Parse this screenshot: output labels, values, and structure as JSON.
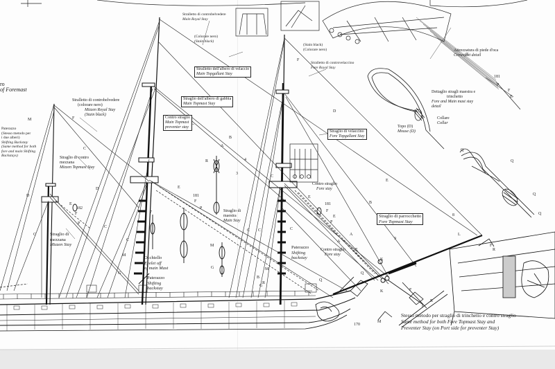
{
  "colors": {
    "paper": "#fdfdfd",
    "ink": "#1a1a1a",
    "shadow": "#e6e6e6"
  },
  "labels": {
    "foremast_partial": "ro",
    "foremast_partial_en": "of Foremast",
    "paterazzo_note": [
      "Paterazzo",
      "(Stesso metodo per",
      "i due alberi)",
      "Shifting Backstay",
      "(Same method for both",
      "fore and main Shifting",
      "Backstays)"
    ],
    "mizzen_royal": {
      "it1": "Stralletto di controbelvedere",
      "it2": "(colorare nero)",
      "en1": "Mizzen Royal Stay",
      "en2": "(Stain black)"
    },
    "mizzen_topmast": {
      "it1": "Straglio di contro",
      "it2": "mezzana",
      "en": "Mizzen Topmast Stay"
    },
    "mizzen_stay": {
      "it1": "Straglio di",
      "it2": "mezzana",
      "en": "Mizzen Stay"
    },
    "main_royal": {
      "it1": "Stralletto di controbelvedere",
      "en": "Main Royal Stay",
      "it2": "(Colorare nero)",
      "en2": "(Stain black)"
    },
    "main_topgallant": {
      "it": "Stralletto dell'albero di velaccio",
      "en": "Main Topgallant Stay"
    },
    "main_topmast": {
      "it": "Straglio dell'albero di gabbia",
      "en": "Main Topmast Stay"
    },
    "main_preventer": {
      "it1": "Contro straglio",
      "it2": "Main Topmast",
      "en": "preventer stay"
    },
    "fore_royal": {
      "it1": "(Stain black)",
      "it2": "(Colorare nero)",
      "it3": "Stralletto di controvelaccino",
      "en": "Fore Royal Stay"
    },
    "fore_topgallant": {
      "it": "Straglio di velaccino",
      "en": "Fore Topgallant Stay"
    },
    "fore_stay": {
      "it": "Contro straglio",
      "en": "Fore stay"
    },
    "fore_stay2": {
      "it": "Contro straglio",
      "en": "Fore stay"
    },
    "fore_topmast": {
      "it": "Straglio di parrocchetto",
      "en": "Fore Topmast Stay"
    },
    "main_stay": {
      "it1": "Straglio di",
      "it2": "maestra",
      "en": "Main Stay"
    },
    "occhiello": {
      "it": "Occhiello",
      "en1": "Eyelet off",
      "en2": "of main Mast"
    },
    "paterazzo_main": {
      "it": "Paterazzo",
      "en1": "Shifting",
      "en2": "backstay"
    },
    "paterazzo_fore": {
      "it": "Paterazzo",
      "en1": "Shifting",
      "en2": "backstay"
    },
    "crowsfoot": {
      "it": "Attrezzatura di piede d'oca",
      "en": "Crowsfeet detail"
    },
    "dettaglio": {
      "it1": "Dettaglio stragli maestra e",
      "it2": "trinchetto",
      "en1": "Fore and Main mast stay",
      "en2": "detail"
    },
    "topo": {
      "it": "Topo (D)",
      "en": "Mouse (D)"
    },
    "collare": {
      "it": "Collare",
      "en": "Collar"
    },
    "footer": {
      "it": "Stesso metodo per straglio di trinchetto e contro straglio",
      "en1": "Same method for both Fore Topmast Stay and",
      "en2": "Preventer Stay (on Port side for preventer Stay)"
    }
  },
  "letters": {
    "M1": "M",
    "F1": "F",
    "C1": "C",
    "D1": "D",
    "E1": "E",
    "n182": "182",
    "F2": "F",
    "P1": "P",
    "C2": "C",
    "D2": "D",
    "C3": "C",
    "E2": "E",
    "n181a": "181",
    "F3": "F",
    "P2": "P",
    "R1": "R",
    "n7": "7",
    "C4": "C",
    "M2": "M",
    "G1": "G",
    "M3": "M",
    "G2": "G",
    "B1": "B",
    "A1": "A",
    "n4": "4",
    "n3": "3",
    "C5": "C",
    "C6": "C",
    "C7": "C",
    "C8": "C",
    "M4": "M",
    "G3": "G",
    "B2": "B",
    "R2": "R",
    "E3": "E",
    "n181b": "181",
    "F4": "F",
    "E4": "E",
    "P3": "P",
    "B3": "B",
    "A2": "A",
    "A3": "A",
    "Q1": "Q",
    "Q2": "Q",
    "K1": "K",
    "n8": "8",
    "L1": "L",
    "D3": "D",
    "E5": "E",
    "F5": "F",
    "E6": "E",
    "n181c": "181",
    "P4": "P",
    "F6": "F",
    "E7": "E",
    "Q3": "Q",
    "Q4": "Q",
    "Q5": "Q",
    "Q6": "Q",
    "R3": "R",
    "F7": "F",
    "R4": "R",
    "F8": "F",
    "n170": "170",
    "M5": "M",
    "K2": "K",
    "F9": "F",
    "E8": "E",
    "n9": "9"
  }
}
